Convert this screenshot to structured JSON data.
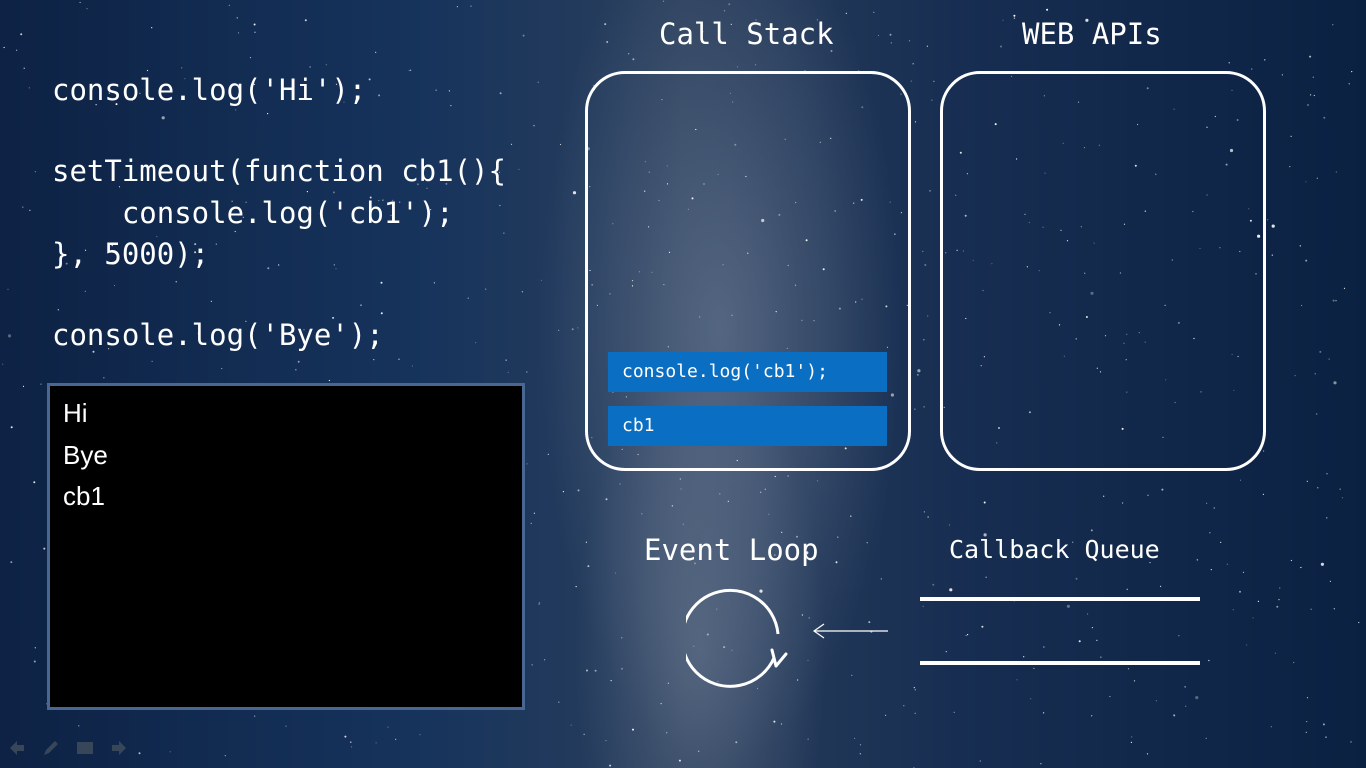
{
  "code": {
    "lines": [
      "console.log('Hi');",
      "setTimeout(function cb1(){",
      "    console.log('cb1');",
      "}, 5000);",
      "console.log('Bye');"
    ]
  },
  "console_output": {
    "lines": [
      "Hi",
      "Bye",
      "cb1"
    ]
  },
  "call_stack": {
    "title": "Call Stack",
    "frames": [
      "console.log('cb1');",
      "cb1"
    ]
  },
  "web_apis": {
    "title": "WEB APIs"
  },
  "event_loop": {
    "title": "Event Loop"
  },
  "callback_queue": {
    "title": "Callback Queue"
  },
  "nav": {
    "icons": [
      "previous-icon",
      "pen-icon",
      "slides-icon",
      "next-icon"
    ]
  },
  "colors": {
    "frame_blue": "#0a6ec2",
    "console_border": "#4a6794",
    "panel_border": "#ffffff"
  }
}
